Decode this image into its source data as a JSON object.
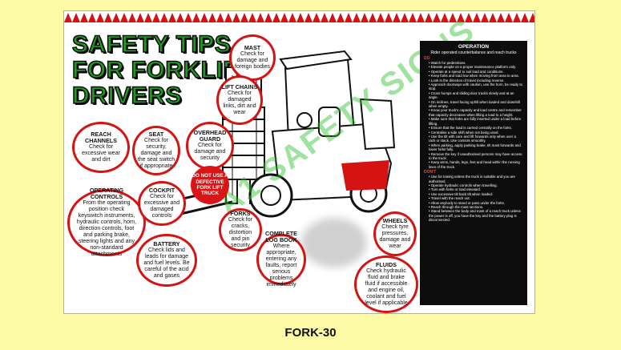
{
  "title": {
    "line1": "SAFETY TIPS",
    "line2": "FOR FORKLIFT",
    "line3": "DRIVERS"
  },
  "bubbles": {
    "mast": {
      "title": "MAST",
      "desc": "Check for damage and foreign bodies"
    },
    "lift_chains": {
      "title": "LIFT CHAINS",
      "desc": "Check for damaged links, dirt and wear"
    },
    "reach_channels": {
      "title": "REACH CHANNELS",
      "desc": "Check for excessive wear and dirt"
    },
    "seat": {
      "title": "SEAT",
      "desc": "Check for security, damage and the seat switch if appropriate"
    },
    "overhead_guard": {
      "title": "OVERHEAD GUARD",
      "desc": "Check for damage and security"
    },
    "operating_controls": {
      "title": "OPERATING CONTROLS",
      "desc": "From the operating position check keyswitch instruments, hydraulic controls, horn, direction controls, foot and parking brake, steering lights and any non-standard attachments"
    },
    "cockpit": {
      "title": "COCKPIT",
      "desc": "Check for excessive and damaged controls"
    },
    "battery": {
      "title": "BATTERY",
      "desc": "Check lids and leads for damage and fuel levels. Be careful of the acid and gases"
    },
    "forks": {
      "title": "FORKS",
      "desc": "Check for cracks, distortion and pin security"
    },
    "complete_log_book": {
      "title": "COMPLETE LOG BOOK",
      "desc": "Where appropriate, entering any faults, report serious problems immediately"
    },
    "wheels": {
      "title": "WHEELS",
      "desc": "Check tyre pressures, damage and wear"
    },
    "fluids": {
      "title": "FLUIDS",
      "desc": "Check hydraulic fluid and brake fluid if accessible and engine oil, coolant and fuel level if applicable"
    }
  },
  "warning": "DO NOT USE A DEFECTIVE FORK LIFT TRUCK",
  "watermark": "A1 SAFETY SIGNS",
  "panel": {
    "heading": "OPERATION",
    "subheading": "Rider operated counterbalance and reach trucks",
    "do_label": "DO",
    "do_items": [
      "Watch for pedestrians.",
      "Elevate people on a proper maintenance platform only.",
      "Operate at a speed to suit load and conditions.",
      "Keep forks and load low when moving from area to area.",
      "Look in the direction of travel including reverse.",
      "Approach doorways with caution, use the horn, be ready to stop.",
      "Cross humps and sliding door tracks slowly and at an angle.",
      "On inclines, travel facing uphill when loaded and downhill when empty.",
      "Know your truck's capacity and load centre and remember that capacity decreases when lifting a load to a height.",
      "Make sure that forks are fully inserted under a load before lifting.",
      "Ensure that the load is carried centrally on the forks.",
      "Centralise a side shift when not being used.",
      "Use the tilt with care and lift forwards only when over a rack or stack. Use controls smoothly.",
      "When parking, apply parking brake, tilt mast forwards and lower forks fully.",
      "Remove the key if unauthorised persons may have access to the truck.",
      "Keep arms, hands, legs, feet and head within the running lines of the truck."
    ],
    "dont_label": "DON'T",
    "dont_items": [
      "Use for towing unless the truck is suitable and you are authorised.",
      "Operate hydraulic controls when travelling.",
      "Turn with forks or load elevated.",
      "Use excessive tilt back tilt when loaded.",
      "Travel with the reach out.",
      "Allow anybody to stand or pass under the forks.",
      "Reach through the mast sections.",
      "Stand between the body and mast of a reach truck unless the power is off, you have the key and the battery plug is disconnected."
    ]
  },
  "product_code": "FORK-30",
  "colors": {
    "background": "#fdfaa5",
    "accent_red": "#d51313",
    "title_green": "#1f9a1f",
    "panel_black": "#0d0d0d"
  }
}
